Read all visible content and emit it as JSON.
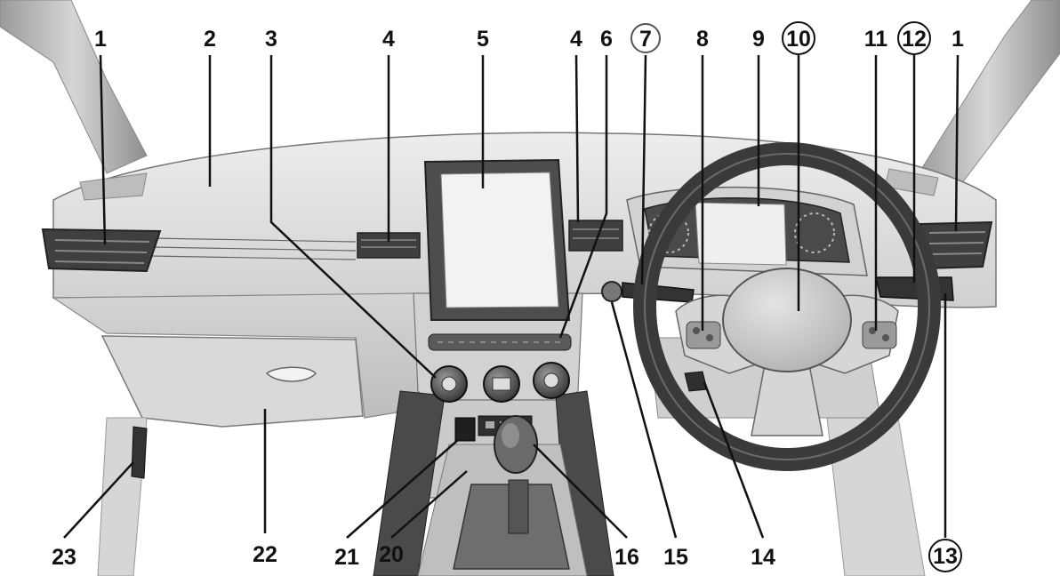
{
  "diagram": {
    "callouts": [
      {
        "id": "c1a",
        "label": "1",
        "circled": false
      },
      {
        "id": "c2",
        "label": "2",
        "circled": false
      },
      {
        "id": "c3",
        "label": "3",
        "circled": false
      },
      {
        "id": "c4a",
        "label": "4",
        "circled": false
      },
      {
        "id": "c5",
        "label": "5",
        "circled": false
      },
      {
        "id": "c4b",
        "label": "4",
        "circled": false
      },
      {
        "id": "c6",
        "label": "6",
        "circled": false
      },
      {
        "id": "c7",
        "label": "7",
        "circled": true
      },
      {
        "id": "c8",
        "label": "8",
        "circled": false
      },
      {
        "id": "c9",
        "label": "9",
        "circled": false
      },
      {
        "id": "c10",
        "label": "10",
        "circled": true
      },
      {
        "id": "c11",
        "label": "11",
        "circled": false
      },
      {
        "id": "c12",
        "label": "12",
        "circled": true
      },
      {
        "id": "c1b",
        "label": "1",
        "circled": false
      },
      {
        "id": "c23",
        "label": "23",
        "circled": false
      },
      {
        "id": "c22",
        "label": "22",
        "circled": false
      },
      {
        "id": "c21",
        "label": "21",
        "circled": false
      },
      {
        "id": "c20",
        "label": "20",
        "circled": false
      },
      {
        "id": "c16",
        "label": "16",
        "circled": false
      },
      {
        "id": "c15",
        "label": "15",
        "circled": false
      },
      {
        "id": "c14",
        "label": "14",
        "circled": false
      },
      {
        "id": "c13",
        "label": "13",
        "circled": true
      }
    ],
    "colors": {
      "background": "#ffffff",
      "dashboard_light": "#e2e2e2",
      "dashboard_mid": "#cfcfcf",
      "dashboard_dark": "#a9a9a9",
      "trim_dark": "#3a3a3a",
      "screen": "#efefef",
      "ink": "#111111"
    }
  }
}
